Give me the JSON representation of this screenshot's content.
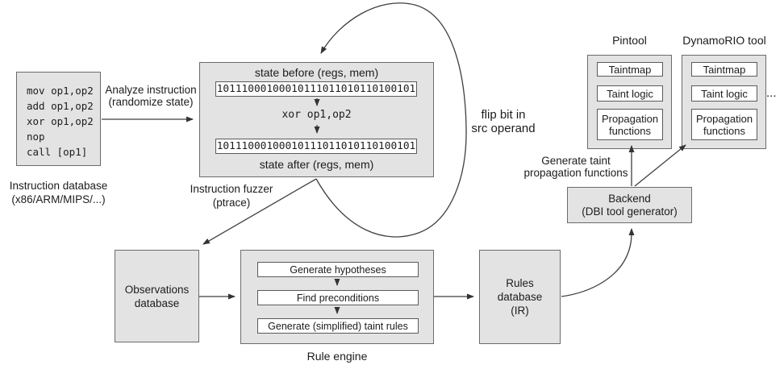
{
  "diagram": {
    "instruction_database": {
      "code_lines": [
        "mov op1,op2",
        "add op1,op2",
        "xor op1,op2",
        "nop",
        "call [op1]"
      ],
      "label_line1": "Instruction database",
      "label_line2": "(x86/ARM/MIPS/...)"
    },
    "analyze_arrow_label": {
      "line1": "Analyze instruction",
      "line2": "(randomize state)"
    },
    "fuzzer": {
      "state_before": "state before (regs, mem)",
      "binary_before": "10111000100010111011010110100101",
      "instruction": "xor op1,op2",
      "binary_after": "10111000100010111011010110100101",
      "state_after": "state after (regs, mem)",
      "label_line1": "Instruction fuzzer",
      "label_line2": "(ptrace)"
    },
    "flip_bit_label": {
      "line1": "flip bit in",
      "line2": "src operand"
    },
    "observations_database": {
      "line1": "Observations",
      "line2": "database"
    },
    "rule_engine": {
      "steps": [
        "Generate hypotheses",
        "Find preconditions",
        "Generate (simplified) taint rules"
      ],
      "label": "Rule engine"
    },
    "rules_database": {
      "line1": "Rules",
      "line2": "database",
      "line3": "(IR)"
    },
    "generate_taint_label": {
      "line1": "Generate taint",
      "line2": "propagation functions"
    },
    "backend": {
      "line1": "Backend",
      "line2": "(DBI tool generator)"
    },
    "pintool": {
      "title": "Pintool",
      "components": [
        "Taintmap",
        "Taint logic",
        "Propagation functions"
      ]
    },
    "dynamorio": {
      "title": "DynamoRIO tool",
      "components": [
        "Taintmap",
        "Taint logic",
        "Propagation functions"
      ]
    },
    "ellipsis": "..."
  },
  "colors": {
    "box_fill": "#e3e3e3",
    "box_border": "#6b6b6b",
    "line": "#3f3f3f",
    "text": "#1c1c1c",
    "inner_box_fill": "#ffffff"
  }
}
